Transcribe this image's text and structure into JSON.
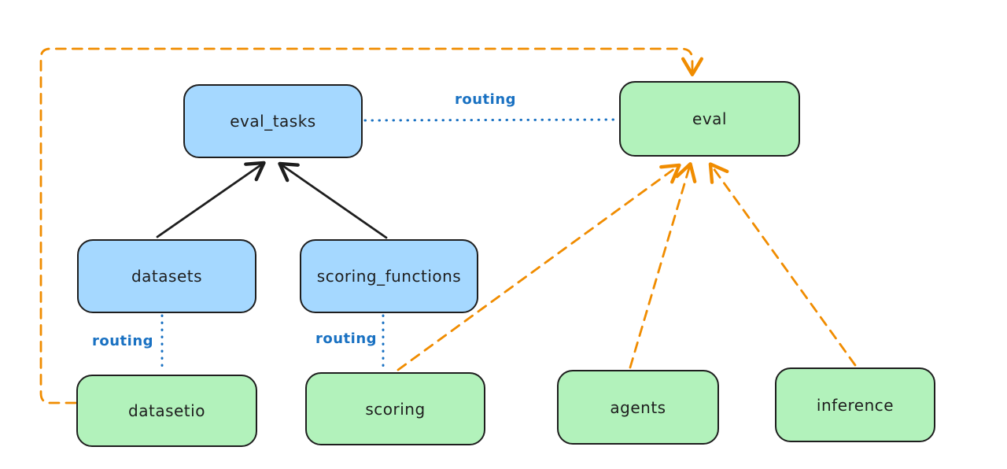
{
  "diagram": {
    "title": "",
    "nodes": {
      "eval_tasks": {
        "label": "eval_tasks",
        "color": "blue"
      },
      "eval": {
        "label": "eval",
        "color": "green"
      },
      "datasets": {
        "label": "datasets",
        "color": "blue"
      },
      "scoring_functions": {
        "label": "scoring_functions",
        "color": "blue"
      },
      "datasetio": {
        "label": "datasetio",
        "color": "green"
      },
      "scoring": {
        "label": "scoring",
        "color": "green"
      },
      "agents": {
        "label": "agents",
        "color": "green"
      },
      "inference": {
        "label": "inference",
        "color": "green"
      }
    },
    "labels": {
      "routing": "routing"
    },
    "edges": [
      {
        "from": "datasets",
        "to": "eval_tasks",
        "style": "solid",
        "color": "black",
        "arrow": true,
        "label": ""
      },
      {
        "from": "scoring_functions",
        "to": "eval_tasks",
        "style": "solid",
        "color": "black",
        "arrow": true,
        "label": ""
      },
      {
        "from": "eval_tasks",
        "to": "eval",
        "style": "dotted",
        "color": "blue",
        "arrow": false,
        "label": "routing"
      },
      {
        "from": "datasets",
        "to": "datasetio",
        "style": "dotted",
        "color": "blue",
        "arrow": false,
        "label": "routing"
      },
      {
        "from": "scoring_functions",
        "to": "scoring",
        "style": "dotted",
        "color": "blue",
        "arrow": false,
        "label": "routing"
      },
      {
        "from": "datasetio",
        "to": "eval",
        "style": "dashed",
        "color": "orange",
        "arrow": true,
        "label": ""
      },
      {
        "from": "scoring",
        "to": "eval",
        "style": "dashed",
        "color": "orange",
        "arrow": true,
        "label": ""
      },
      {
        "from": "agents",
        "to": "eval",
        "style": "dashed",
        "color": "orange",
        "arrow": true,
        "label": ""
      },
      {
        "from": "inference",
        "to": "eval",
        "style": "dashed",
        "color": "orange",
        "arrow": true,
        "label": ""
      }
    ],
    "colors": {
      "blue_fill": "#a5d8ff",
      "green_fill": "#b2f2bb",
      "stroke": "#1e1e1e",
      "orange_edge": "#f08c00",
      "blue_edge": "#1971c2",
      "background": "#ffffff"
    }
  }
}
